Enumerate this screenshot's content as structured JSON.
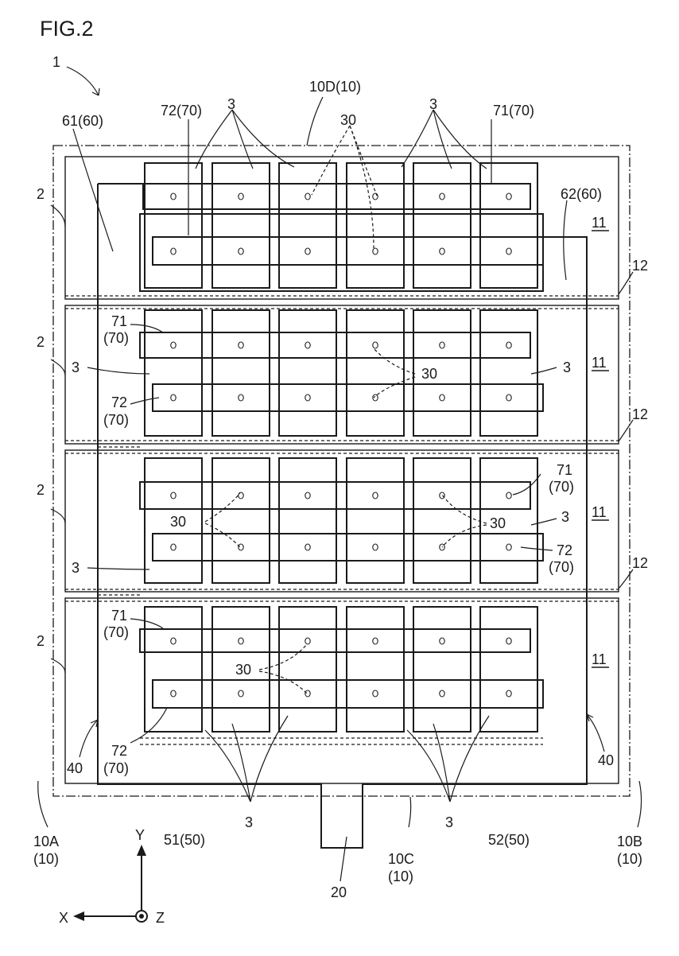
{
  "figure": {
    "title": "FIG.2"
  },
  "labels": {
    "device": "1",
    "l_10D": "10D(10)",
    "l_61": "61(60)",
    "l_72_top": "72(70)",
    "l_3": "3",
    "l_30": "30",
    "l_71_top": "71(70)",
    "l_62": "62(60)",
    "l_11": "11",
    "l_12": "12",
    "l_2": "2",
    "l_71": "71",
    "l_72": "72",
    "l_70": "(70)",
    "l_40": "40",
    "l_10A": "10A",
    "l_10B": "10B",
    "l_10C": "10C",
    "l_10": "(10)",
    "l_51": "51(50)",
    "l_52": "52(50)",
    "l_20": "20",
    "axis_y": "Y",
    "axis_x": "X",
    "axis_z": "Z"
  }
}
